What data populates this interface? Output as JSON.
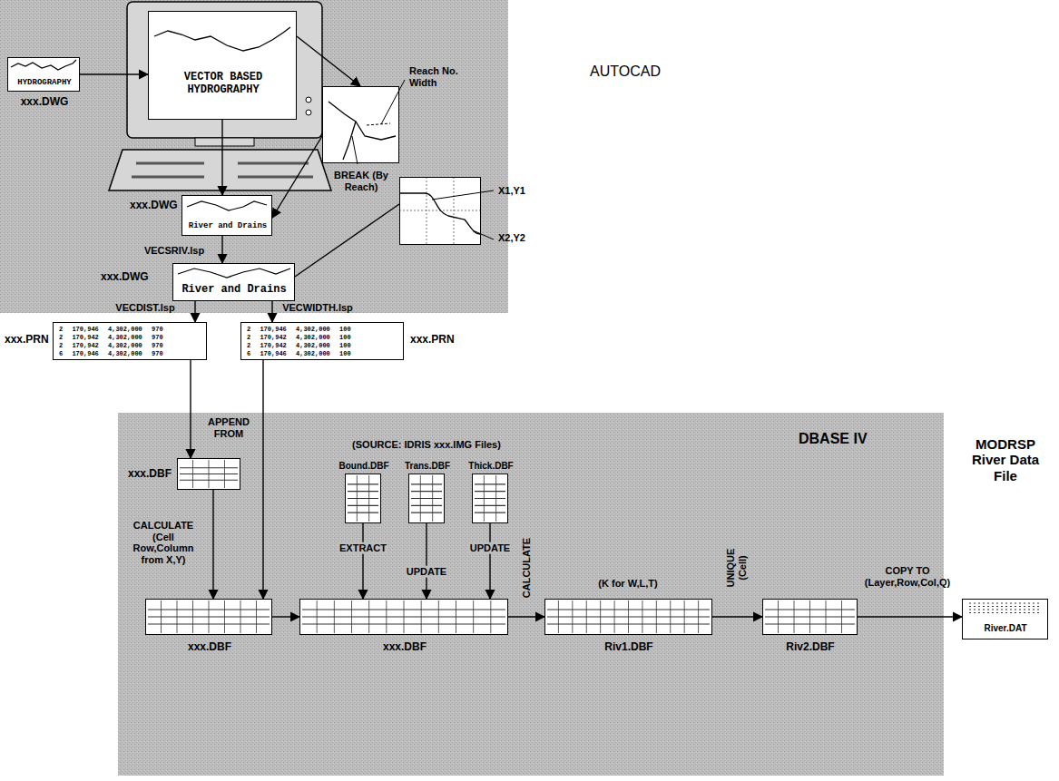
{
  "diagram": {
    "nodes": [
      {
        "text": [
          "AUTOCAD"
        ]
      },
      {
        "text": [
          "HYDROGRAPHY",
          "xxx.DWG"
        ],
        "in": 0
      },
      {
        "text": [
          "VECTOR BASED HYDROGRAPHY"
        ],
        "in": 0
      },
      {
        "text": [
          "Reach No. Width",
          "BREAK (By Reach)"
        ],
        "in": 0
      },
      {
        "text": [
          "xxx.DWG",
          "River and Drains"
        ],
        "in": 0
      },
      {
        "text": [
          "xxx.DWG",
          "River and Drains"
        ],
        "in": 0
      },
      {
        "text": [
          "X1,Y1",
          "X2,Y2"
        ],
        "in": 0
      },
      {
        "text": [
          "xxx.PRN",
          "2 170,946 4,302,000 970",
          "2 170,942 4,302,000 970",
          "2 170,942 4,302,000 970",
          "6 170,946 4,302,000 970"
        ]
      },
      {
        "text": [
          "xxx.PRN",
          "2 170,946 4,302,000 100",
          "2 170,942 4,302,000 100",
          "2 170,942 4,302,000 100",
          "6 170,946 4,302,000 100"
        ]
      },
      {
        "text": [
          "DBASE IV"
        ]
      },
      {
        "text": [
          "xxx.DBF"
        ],
        "in": 9
      },
      {
        "text": [
          "Bound.DBF"
        ],
        "in": 9
      },
      {
        "text": [
          "Trans.DBF"
        ],
        "in": 9
      },
      {
        "text": [
          "Thick.DBF"
        ],
        "in": 9
      },
      {
        "text": [
          "xxx.DBF"
        ],
        "in": 9
      },
      {
        "text": [
          "xxx.DBF"
        ],
        "in": 9
      },
      {
        "text": [
          "Riv1.DBF"
        ],
        "in": 9
      },
      {
        "text": [
          "Riv2.DBF"
        ],
        "in": 9
      },
      {
        "text": [
          "MODRSP River Data File",
          "River.DAT"
        ]
      }
    ],
    "edges": [
      {
        "from": 1,
        "to": 2,
        "arrow": "to"
      },
      {
        "from": 2,
        "to": 3,
        "arrow": "to"
      },
      {
        "from": 2,
        "to": 4,
        "arrow": "to"
      },
      {
        "from": 3,
        "to": 4,
        "arrow": "to"
      },
      {
        "from": 4,
        "to": 5,
        "arrow": "to",
        "label": "VECSRIV.lsp"
      },
      {
        "from": 6,
        "to": 5,
        "arrow": "none"
      },
      {
        "from": 5,
        "to": 7,
        "arrow": "to",
        "label": "VECDIST.lsp"
      },
      {
        "from": 5,
        "to": 8,
        "arrow": "to",
        "label": "VECWIDTH.lsp"
      },
      {
        "from": 7,
        "to": 10,
        "arrow": "to",
        "label": "APPEND FROM"
      },
      {
        "from": 10,
        "to": 14,
        "arrow": "to",
        "label": "CALCULATE (Cell Row,Column from X,Y)"
      },
      {
        "from": 8,
        "to": 14,
        "arrow": "to"
      },
      {
        "from": 14,
        "to": 15,
        "arrow": "to"
      },
      {
        "from": 11,
        "to": 15,
        "arrow": "to",
        "label": "EXTRACT"
      },
      {
        "from": 12,
        "to": 15,
        "arrow": "to",
        "label": "UPDATE"
      },
      {
        "from": 13,
        "to": 15,
        "arrow": "to",
        "label": "UPDATE"
      },
      {
        "from": 15,
        "to": 16,
        "arrow": "to",
        "label": "CALCULATE"
      },
      {
        "from": 16,
        "to": 17,
        "arrow": "to",
        "label": "UNIQUE (Cell)"
      },
      {
        "from": 17,
        "to": 18,
        "arrow": "to",
        "label": "COPY TO (Layer,Row,Col,Q)"
      }
    ],
    "labels": [
      "(SOURCE: IDRIS xxx.IMG Files)",
      "(K for W,L,T)"
    ]
  }
}
